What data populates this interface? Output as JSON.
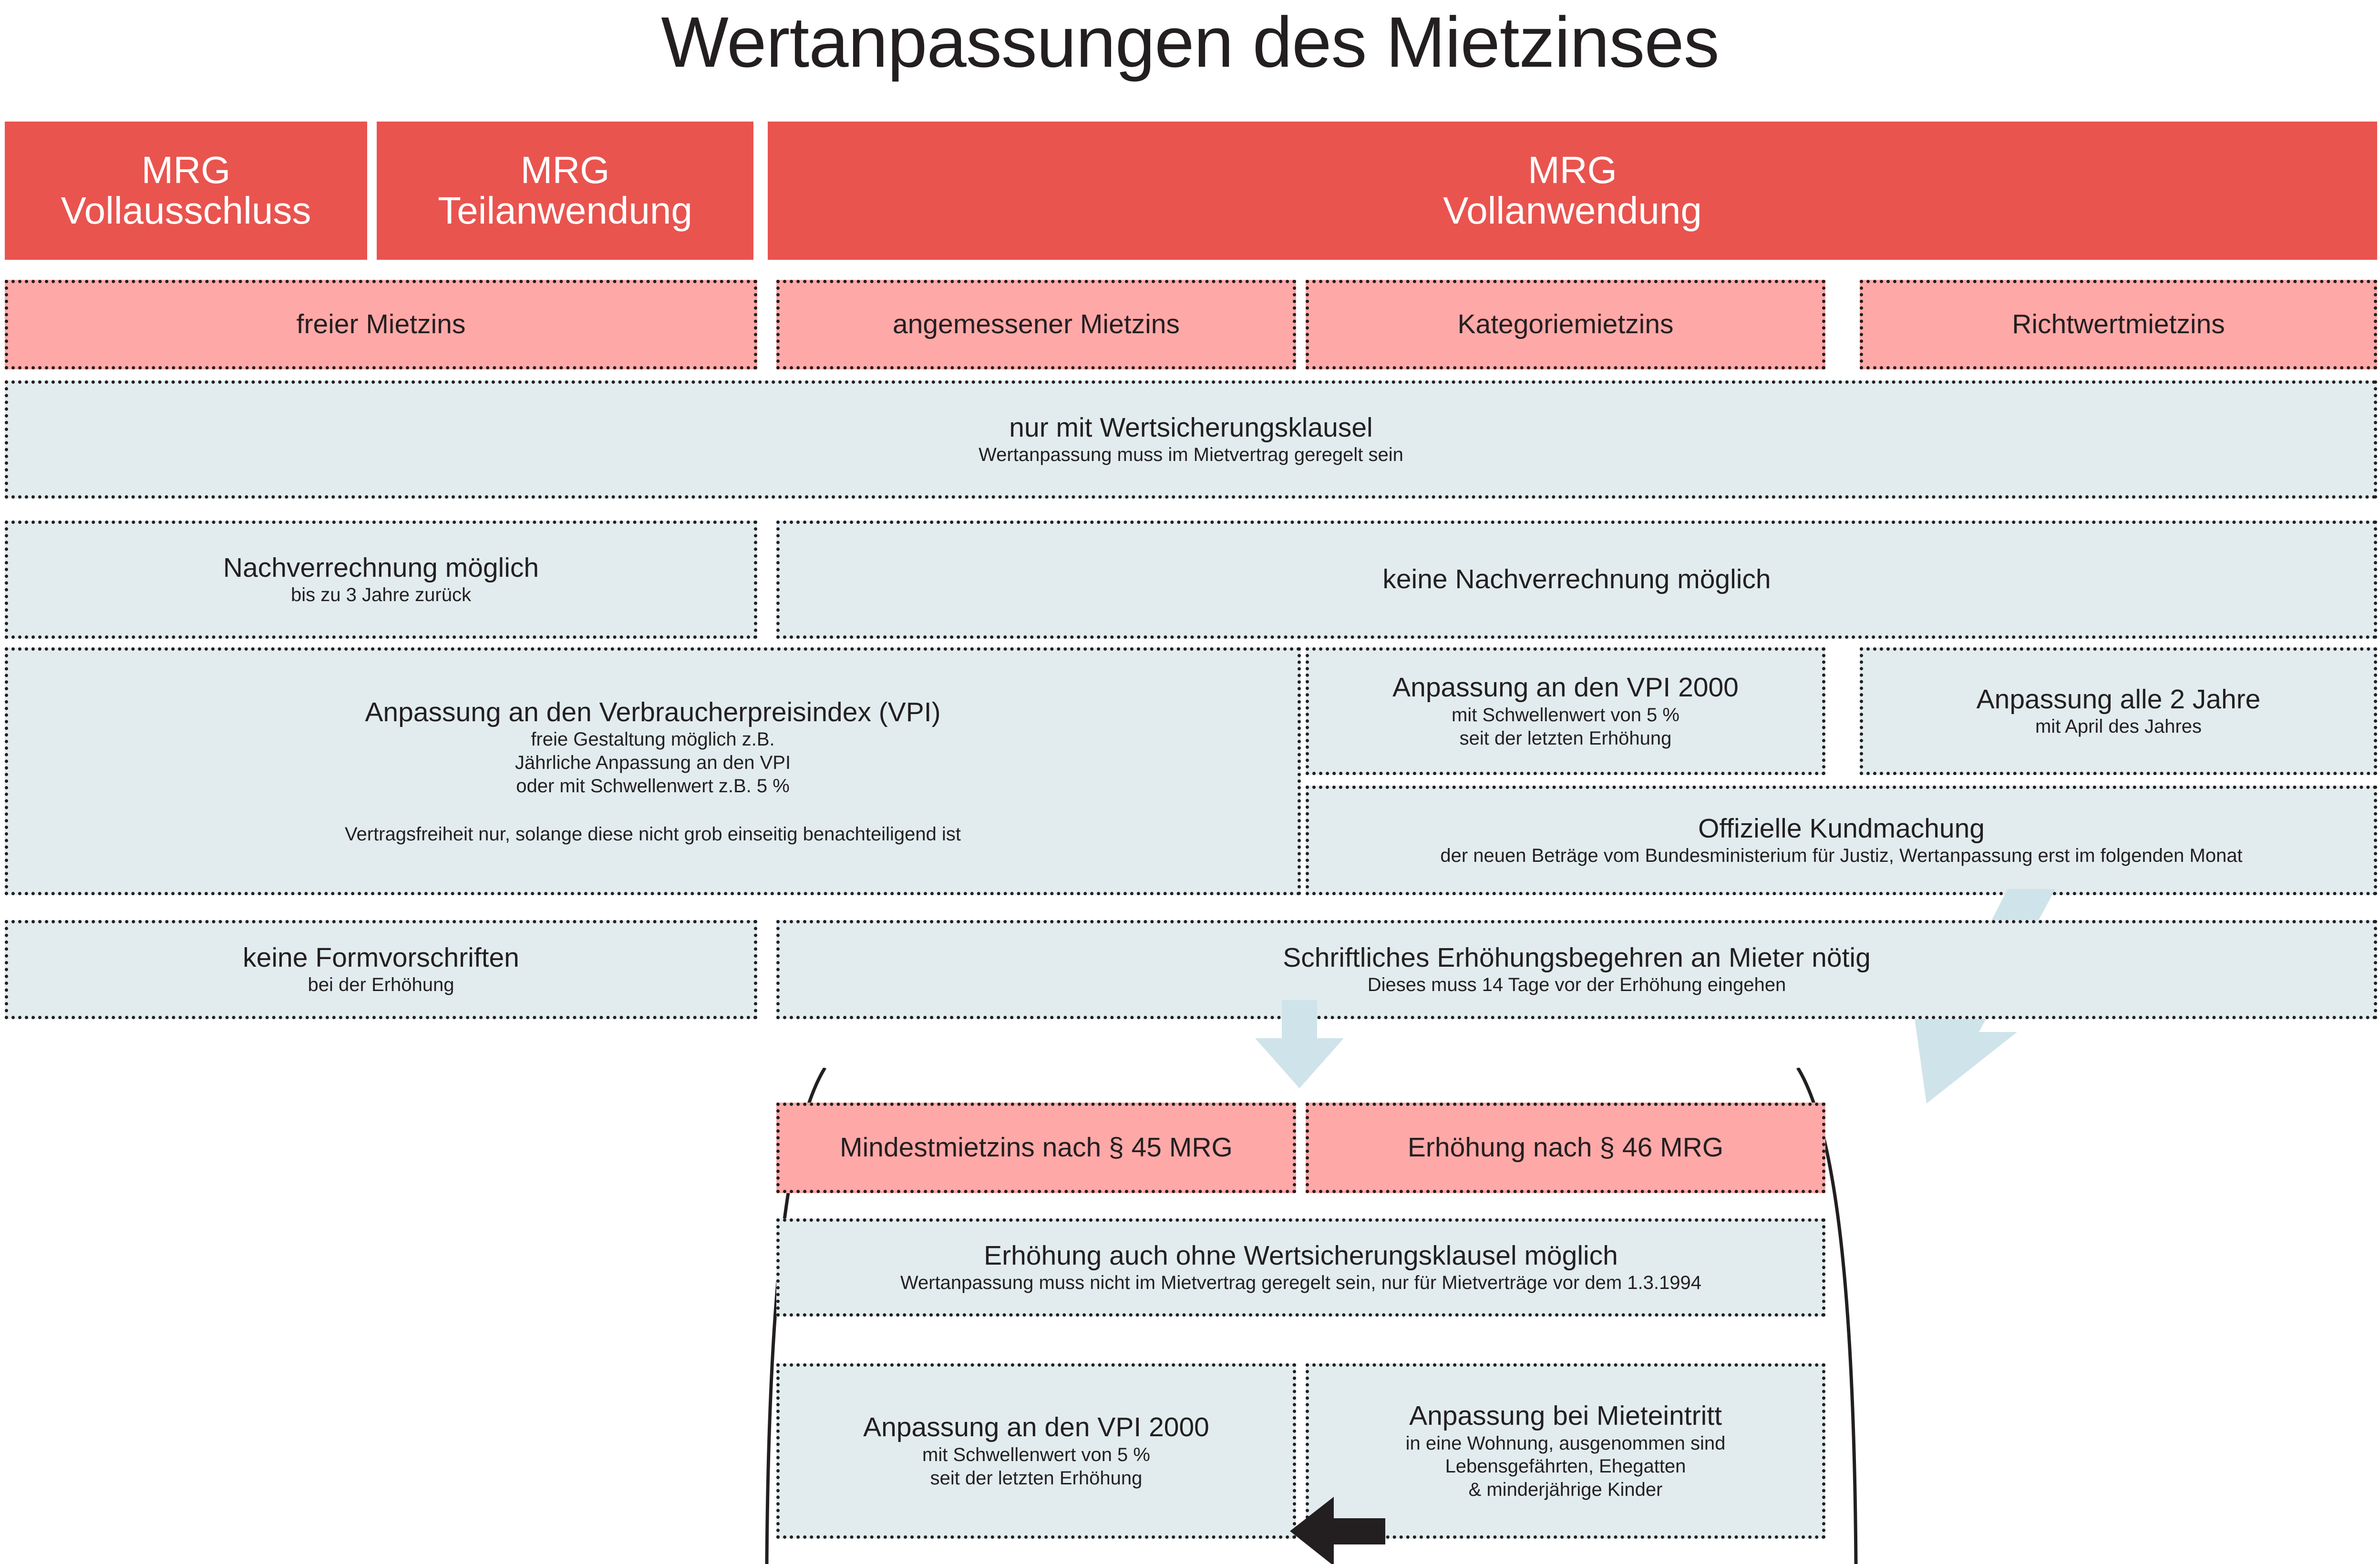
{
  "title": "Wertanpassungen des Mietzinses",
  "colors": {
    "red": "#e9544f",
    "pink": "#ffa8a8",
    "blue": "#e2ecee",
    "arrow_blue": "#cfe3ea",
    "ink": "#231f20",
    "page": "#ffffff"
  },
  "headers": [
    {
      "line1": "MRG",
      "line2": "Vollausschluss"
    },
    {
      "line1": "MRG",
      "line2": "Teilanwendung"
    },
    {
      "line1": "MRG",
      "line2": "Vollanwendung"
    }
  ],
  "rent_types": [
    {
      "label": "freier Mietzins"
    },
    {
      "label": "angemessener Mietzins"
    },
    {
      "label": "Kategoriemietzins"
    },
    {
      "label": "Richtwertmietzins"
    }
  ],
  "row_wertsicherung": {
    "main": "nur mit Wertsicherungsklausel",
    "sub": "Wertanpassung muss im Mietvertrag geregelt sein"
  },
  "row_nachverrechnung": {
    "left_main": "Nachverrechnung möglich",
    "left_sub": "bis zu 3 Jahre zurück",
    "right_main": "keine Nachverrechnung möglich"
  },
  "row_anpassung": {
    "vpi_main": "Anpassung an den Verbraucherpreisindex (VPI)",
    "vpi_sub1": "freie Gestaltung möglich z.B.",
    "vpi_sub2": "Jährliche Anpassung an den VPI",
    "vpi_sub3": "oder mit Schwellenwert z.B. 5 %",
    "vpi_sub4": "Vertragsfreiheit nur, solange diese nicht grob einseitig benachteiligend ist",
    "vpi2000_main": "Anpassung an den VPI 2000",
    "vpi2000_sub1": "mit Schwellenwert von 5 %",
    "vpi2000_sub2": "seit der letzten Erhöhung",
    "zweijahre_main": "Anpassung alle 2 Jahre",
    "zweijahre_sub": "mit April des Jahres",
    "kundmachung_main": "Offizielle Kundmachung",
    "kundmachung_sub": "der neuen Beträge vom Bundesministerium für Justiz, Wertanpassung erst im folgenden Monat"
  },
  "row_form": {
    "left_main": "keine Formvorschriften",
    "left_sub": "bei der Erhöhung",
    "right_main": "Schriftliches Erhöhungsbegehren an Mieter nötig",
    "right_sub": "Dieses muss 14 Tage vor der Erhöhung eingehen"
  },
  "bottom": {
    "para45": "Mindestmietzins nach § 45 MRG",
    "para46": "Erhöhung nach § 46 MRG",
    "ohne_main": "Erhöhung auch ohne Wertsicherungsklausel möglich",
    "ohne_sub": "Wertanpassung muss nicht im Mietvertrag geregelt sein, nur für Mietverträge vor dem 1.3.1994",
    "vpi2000_main": "Anpassung an den VPI 2000",
    "vpi2000_sub1": "mit Schwellenwert von 5 %",
    "vpi2000_sub2": "seit der letzten Erhöhung",
    "mieteintritt_main": "Anpassung bei Mieteintritt",
    "mieteintritt_sub1": "in eine Wohnung, ausgenommen sind",
    "mieteintritt_sub2": "Lebensgefährten, Ehegatten",
    "mieteintritt_sub3": "& minderjährige Kinder"
  },
  "arrows": {
    "down_arrow": "arrow-down-icon",
    "diagonal_arrow": "arrow-down-left-icon",
    "left_arrow": "arrow-left-icon",
    "bracket": "curly-bracket"
  }
}
